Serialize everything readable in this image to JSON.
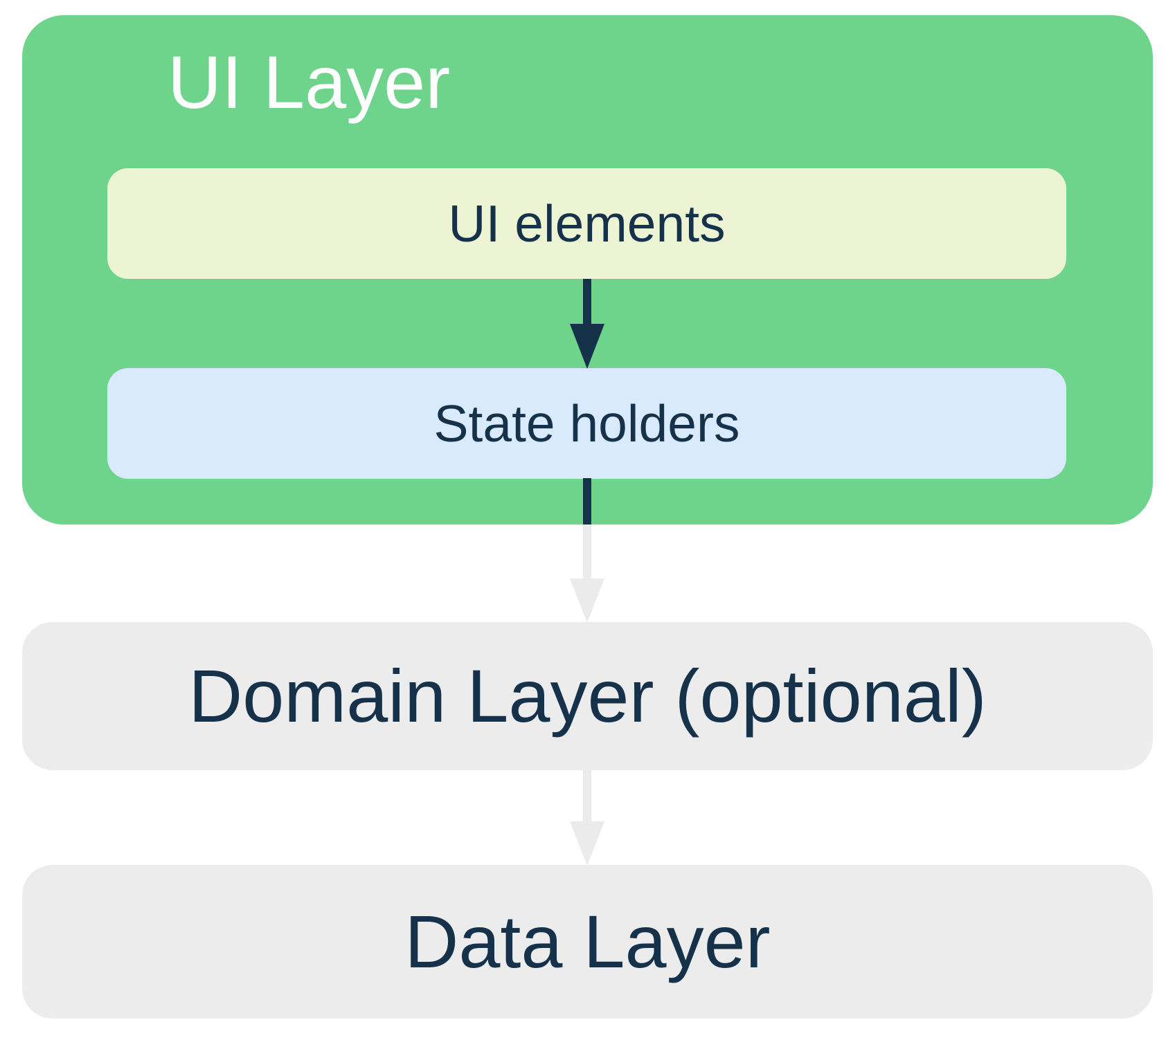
{
  "diagram": {
    "ui_layer": {
      "title": "UI Layer"
    },
    "ui_elements": {
      "label": "UI elements"
    },
    "state_holders": {
      "label": "State holders"
    },
    "domain_layer": {
      "label": "Domain Layer (optional)"
    },
    "data_layer": {
      "label": "Data Layer"
    },
    "colors": {
      "canvas_bg": "#FFFFFF",
      "ui_layer_bg": "#6ED48B",
      "ui_elements_bg": "#EDF4D4",
      "state_holders_bg": "#D8EAFB",
      "layer_box_bg": "#ECECEC",
      "title_text": "#FFFFFF",
      "label_text": "#16324A",
      "arrow_dark": "#16324A",
      "arrow_light": "#EBEBEB"
    }
  }
}
